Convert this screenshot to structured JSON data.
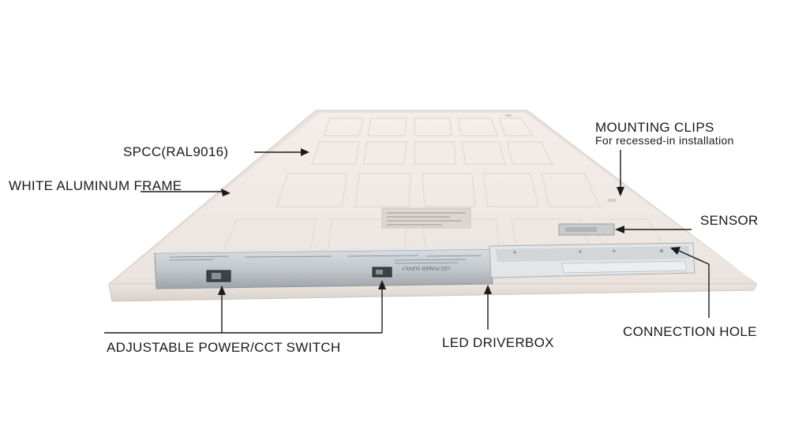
{
  "diagram": {
    "labels": {
      "spcc": "SPCC(RAL9016)",
      "frame": "WHITE ALUMINUM FRAME",
      "mounting_title": "MOUNTING CLIPS",
      "mounting_sub": "For recessed-in installation",
      "sensor": "SENSOR",
      "switch": "ADJUSTABLE POWER/CCT SWITCH",
      "driverbox": "LED DRIVERBOX",
      "connection": "CONNECTION HOLE"
    },
    "driver_text": "LED POWER SUPPLY"
  }
}
